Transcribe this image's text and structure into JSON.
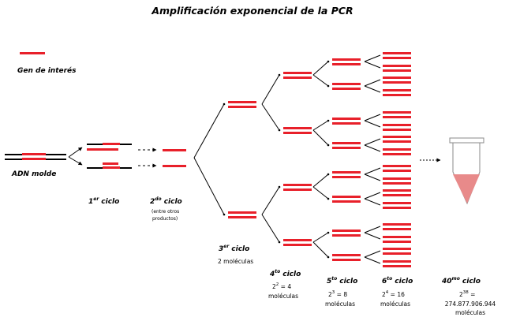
{
  "title": "Amplificación exponencial de la PCR",
  "legend": {
    "label": "Gen de interés"
  },
  "template_label": "ADN molde",
  "colors": {
    "gene": "#e8202a",
    "strand": "#000000",
    "tube_liquid": "#e88a8a"
  },
  "cycles": [
    {
      "label": "1",
      "sup": "er",
      "word": "ciclo"
    },
    {
      "label": "2",
      "sup": "do",
      "word": "ciclo",
      "note1": "(entre otros",
      "note2": "productos)"
    },
    {
      "label": "3",
      "sup": "er",
      "word": "ciclo",
      "count": "2 moléculas"
    },
    {
      "label": "4",
      "sup": "to",
      "word": "ciclo",
      "base": "2",
      "exp": "2",
      "result": " = 4",
      "unit": "moléculas"
    },
    {
      "label": "5",
      "sup": "to",
      "word": "ciclo",
      "base": "2",
      "exp": "3",
      "result": " = 8",
      "unit": "moléculas"
    },
    {
      "label": "6",
      "sup": "to",
      "word": "ciclo",
      "base": "2",
      "exp": "4",
      "result": " = 16",
      "unit": "moléculas"
    },
    {
      "label": "40",
      "sup": "mo",
      "word": "ciclo",
      "base": "2",
      "exp": "38",
      "result": " =",
      "value": "274.877.906.944",
      "unit": "moléculas"
    }
  ],
  "icons": [
    "branch-arrow-icon",
    "dotted-arrow-icon",
    "test-tube-icon"
  ]
}
